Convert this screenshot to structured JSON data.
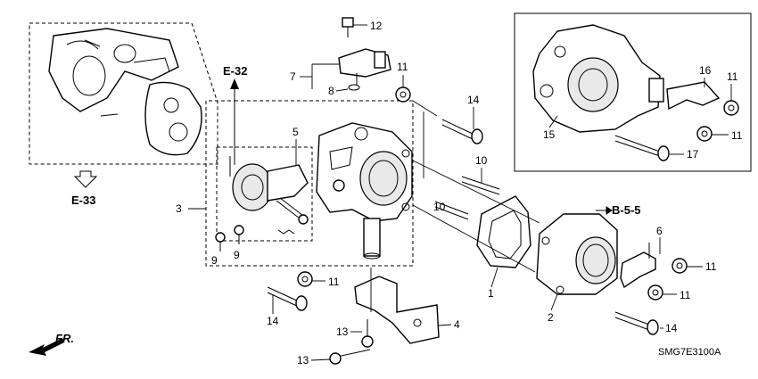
{
  "callouts": [
    "1",
    "2",
    "3",
    "4",
    "5",
    "6",
    "7",
    "8",
    "9",
    "9",
    "10",
    "10",
    "11",
    "11",
    "11",
    "11",
    "11",
    "11",
    "12",
    "13",
    "13",
    "14",
    "14",
    "14",
    "15",
    "16",
    "17"
  ],
  "references": {
    "e32": "E-32",
    "e33": "E-33",
    "b55": "B-5-5"
  },
  "direction_label": "FR.",
  "part_code": "SMG7E3100A"
}
